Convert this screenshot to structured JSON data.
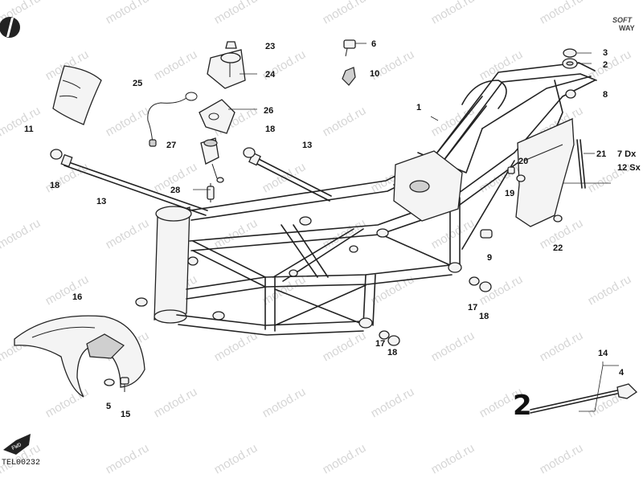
{
  "watermark_text": "motod.ru",
  "brand": {
    "line1": "SOFT",
    "line2": "WAY"
  },
  "fwd_label": "FWD",
  "drawing_code": "TEL00232",
  "handwritten_mark": "2",
  "part_labels": {
    "p1": "1",
    "p2": "2",
    "p3": "3",
    "p4": "4",
    "p5": "5",
    "p6": "6",
    "p7": "7 Dx",
    "p12": "12 Sx",
    "p8": "8",
    "p9": "9",
    "p10": "10",
    "p11": "11",
    "p13a": "13",
    "p13b": "13",
    "p14": "14",
    "p15": "15",
    "p16": "16",
    "p17a": "17",
    "p17b": "17",
    "p18a": "18",
    "p18b": "18",
    "p18c": "18",
    "p18d": "18",
    "p19": "19",
    "p20": "20",
    "p21": "21",
    "p22": "22",
    "p23": "23",
    "p24": "24",
    "p25": "25",
    "p26": "26",
    "p27": "27",
    "p28": "28"
  }
}
